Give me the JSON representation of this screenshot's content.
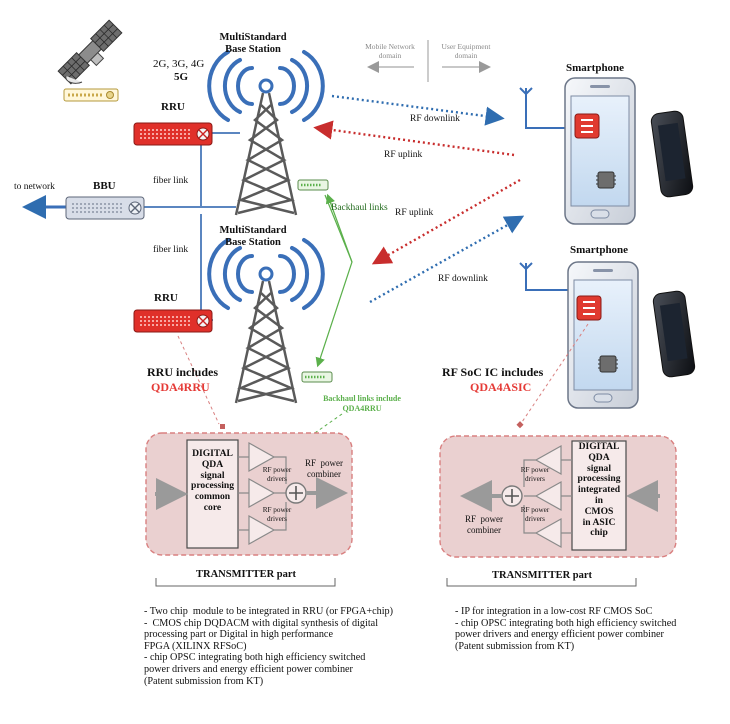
{
  "labels": {
    "generations": "2G, 3G, 4G",
    "gen_5g": "5G",
    "bs_top": "MultiStandard\nBase Station",
    "bs_bottom": "MultiStandard\nBase Station",
    "mobile_domain": "Mobile Network\ndomain",
    "ue_domain": "User Equipment\ndomain",
    "smartphone_top": "Smartphone",
    "smartphone_bottom": "Smartphone",
    "rru_top": "RRU",
    "rru_bottom": "RRU",
    "bbu": "BBU",
    "to_network": "to network",
    "fiber_top": "fiber link",
    "fiber_bottom": "fiber link",
    "backhaul": "Backhaul links",
    "backhaul_include": "Backhaul links include\nQDA4RRU",
    "rf_downlink_top": "RF downlink",
    "rf_uplink_top": "RF uplink",
    "rf_uplink_bottom": "RF uplink",
    "rf_downlink_bottom": "RF downlink",
    "rru_includes": "RRU includes",
    "qda4rru": "QDA4RRU",
    "rf_soc_includes": "RF SoC IC includes",
    "qda4asic": "QDA4ASIC"
  },
  "left_transmitter": {
    "core": "DIGITAL\nQDA\nsignal\nprocessing\ncommon\ncore",
    "drivers": "RF power\ndrivers",
    "drivers2": "RF power\ndrivers",
    "combiner": "RF  power\ncombiner",
    "caption": "TRANSMITTER part"
  },
  "right_transmitter": {
    "core": "DIGITAL\nQDA\nsignal\nprocessing\nintegrated\nin\nCMOS\nin ASIC\nchip",
    "drivers": "RF power\ndrivers",
    "drivers2": "RF power\ndrivers",
    "combiner": "RF  power\ncombiner",
    "caption": "TRANSMITTER part"
  },
  "notes_left": "- Two chip  module to be integrated in RRU (or FPGA+chip)\n-  CMOS chip DQDACM with digital synthesis of digital\nprocessing part or Digital in high performance\nFPGA (XILINX RFSoC)\n- chip OPSC integrating both high efficiency switched\npower drivers and energy efficient power combiner\n(Patent submission from KT)",
  "notes_right": "- IP for integration in a low-cost RF CMOS SoC\n- chip OPSC integrating both high efficiency switched\npower drivers and energy efficient power combiner\n(Patent submission from KT)",
  "colors": {
    "accent_red": "#e53a36",
    "link_blue": "#2f6db0",
    "backhaul_green": "#5bb04b",
    "transmitter_fill": "#ead0d0",
    "transmitter_border": "#d98080"
  }
}
